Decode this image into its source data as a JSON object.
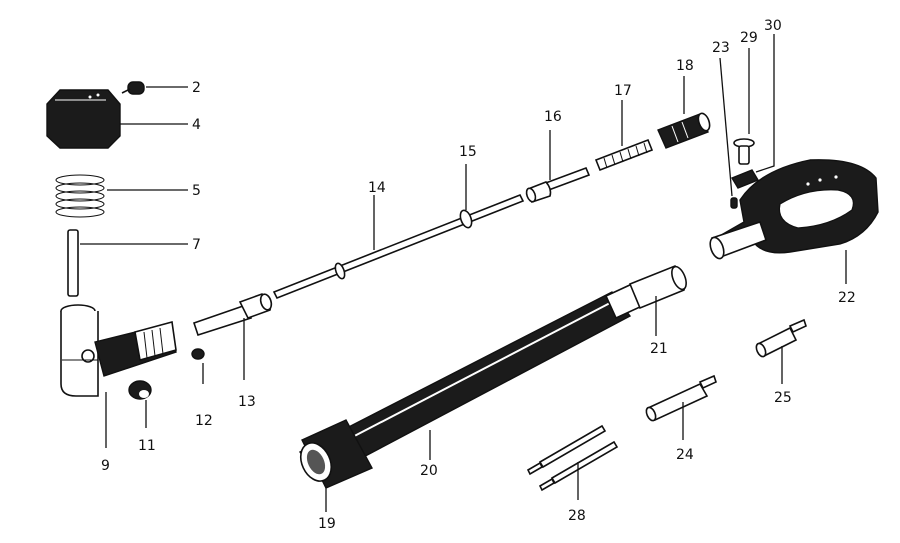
{
  "labels": {
    "p2": "2",
    "p4": "4",
    "p5": "5",
    "p7": "7",
    "p9": "9",
    "p11": "11",
    "p12": "12",
    "p13": "13",
    "p14": "14",
    "p15": "15",
    "p16": "16",
    "p17": "17",
    "p18": "18",
    "p19": "19",
    "p20": "20",
    "p21": "21",
    "p22": "22",
    "p23": "23",
    "p24": "24",
    "p25": "25",
    "p28": "28",
    "p29": "29",
    "p30": "30"
  }
}
